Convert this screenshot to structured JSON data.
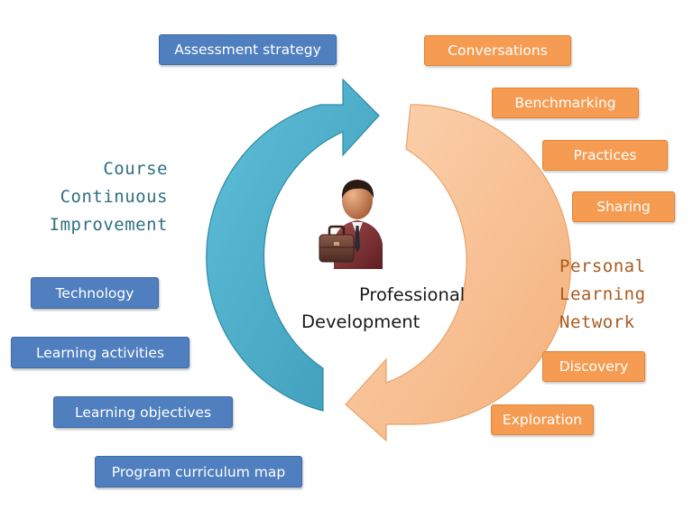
{
  "left_cycle": {
    "title_lines": [
      "Course",
      "Continuous",
      "Improvement"
    ],
    "items": [
      "Assessment strategy",
      "Technology",
      "Learning activities",
      "Learning objectives",
      "Program curriculum map"
    ]
  },
  "right_cycle": {
    "title_lines": [
      "Personal",
      "Learning",
      "Network"
    ],
    "items": [
      "Conversations",
      "Benchmarking",
      "Practices",
      "Sharing",
      "Discovery",
      "Exploration"
    ]
  },
  "center": {
    "lines": [
      "Professional",
      "Development"
    ]
  },
  "colors": {
    "blue_box": "#4f7fbe",
    "orange_box": "#f59c52",
    "blue_arrow": "#4aaac6",
    "orange_arrow": "#f8c49a"
  },
  "icons": {
    "center_figure": "businessman-with-briefcase-icon"
  }
}
